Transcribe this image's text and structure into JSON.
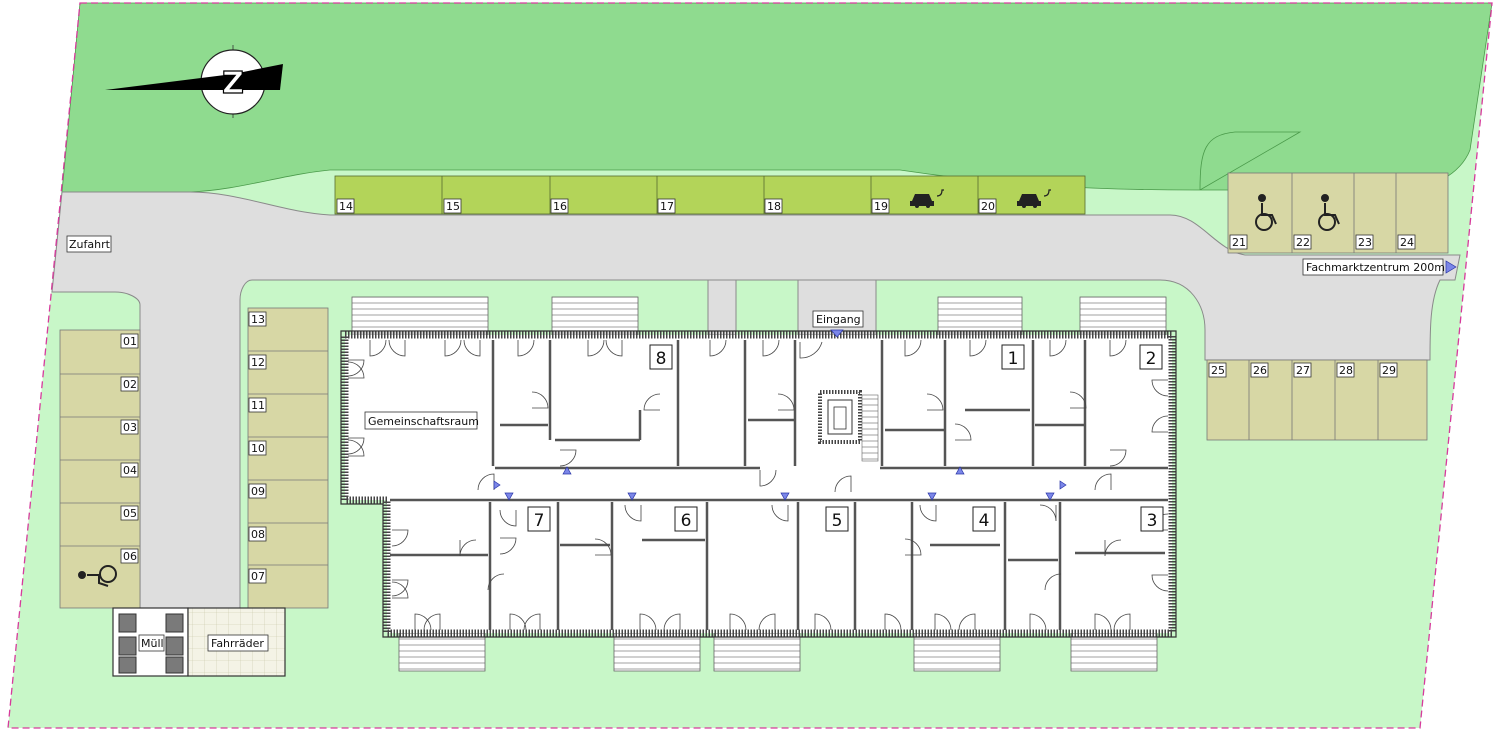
{
  "site": {
    "access_road_label": "Zufahrt",
    "entrance_label": "Eingang",
    "community_room_label": "Gemeinschaftsraum",
    "waste_label": "Müll",
    "bicycles_label": "Fahrräder",
    "direction_sign": "Fachmarktzentrum 200m",
    "compass_letter": "Z"
  },
  "parking": {
    "left_column": [
      "01",
      "02",
      "03",
      "04",
      "05",
      "06"
    ],
    "left_inner_column": [
      "13",
      "12",
      "11",
      "10",
      "09",
      "08",
      "07"
    ],
    "top_row": [
      "14",
      "15",
      "16",
      "17",
      "18",
      "19",
      "20"
    ],
    "right_top": [
      "21",
      "22",
      "23",
      "24"
    ],
    "right_bottom": [
      "25",
      "26",
      "27",
      "28",
      "29"
    ],
    "ev_spaces": [
      "19",
      "20"
    ],
    "accessible_spaces": [
      "06",
      "21",
      "22"
    ]
  },
  "apartments": {
    "upper": [
      "8",
      "1",
      "2"
    ],
    "lower": [
      "7",
      "6",
      "5",
      "4",
      "3"
    ]
  },
  "colors": {
    "meadow": "#8fdb8f",
    "lawn": "#c8f7c8",
    "road": "#dedede",
    "parking_green": "#b3d459",
    "parking_beige": "#d7d7a5",
    "boundary": "#d63a9c"
  }
}
